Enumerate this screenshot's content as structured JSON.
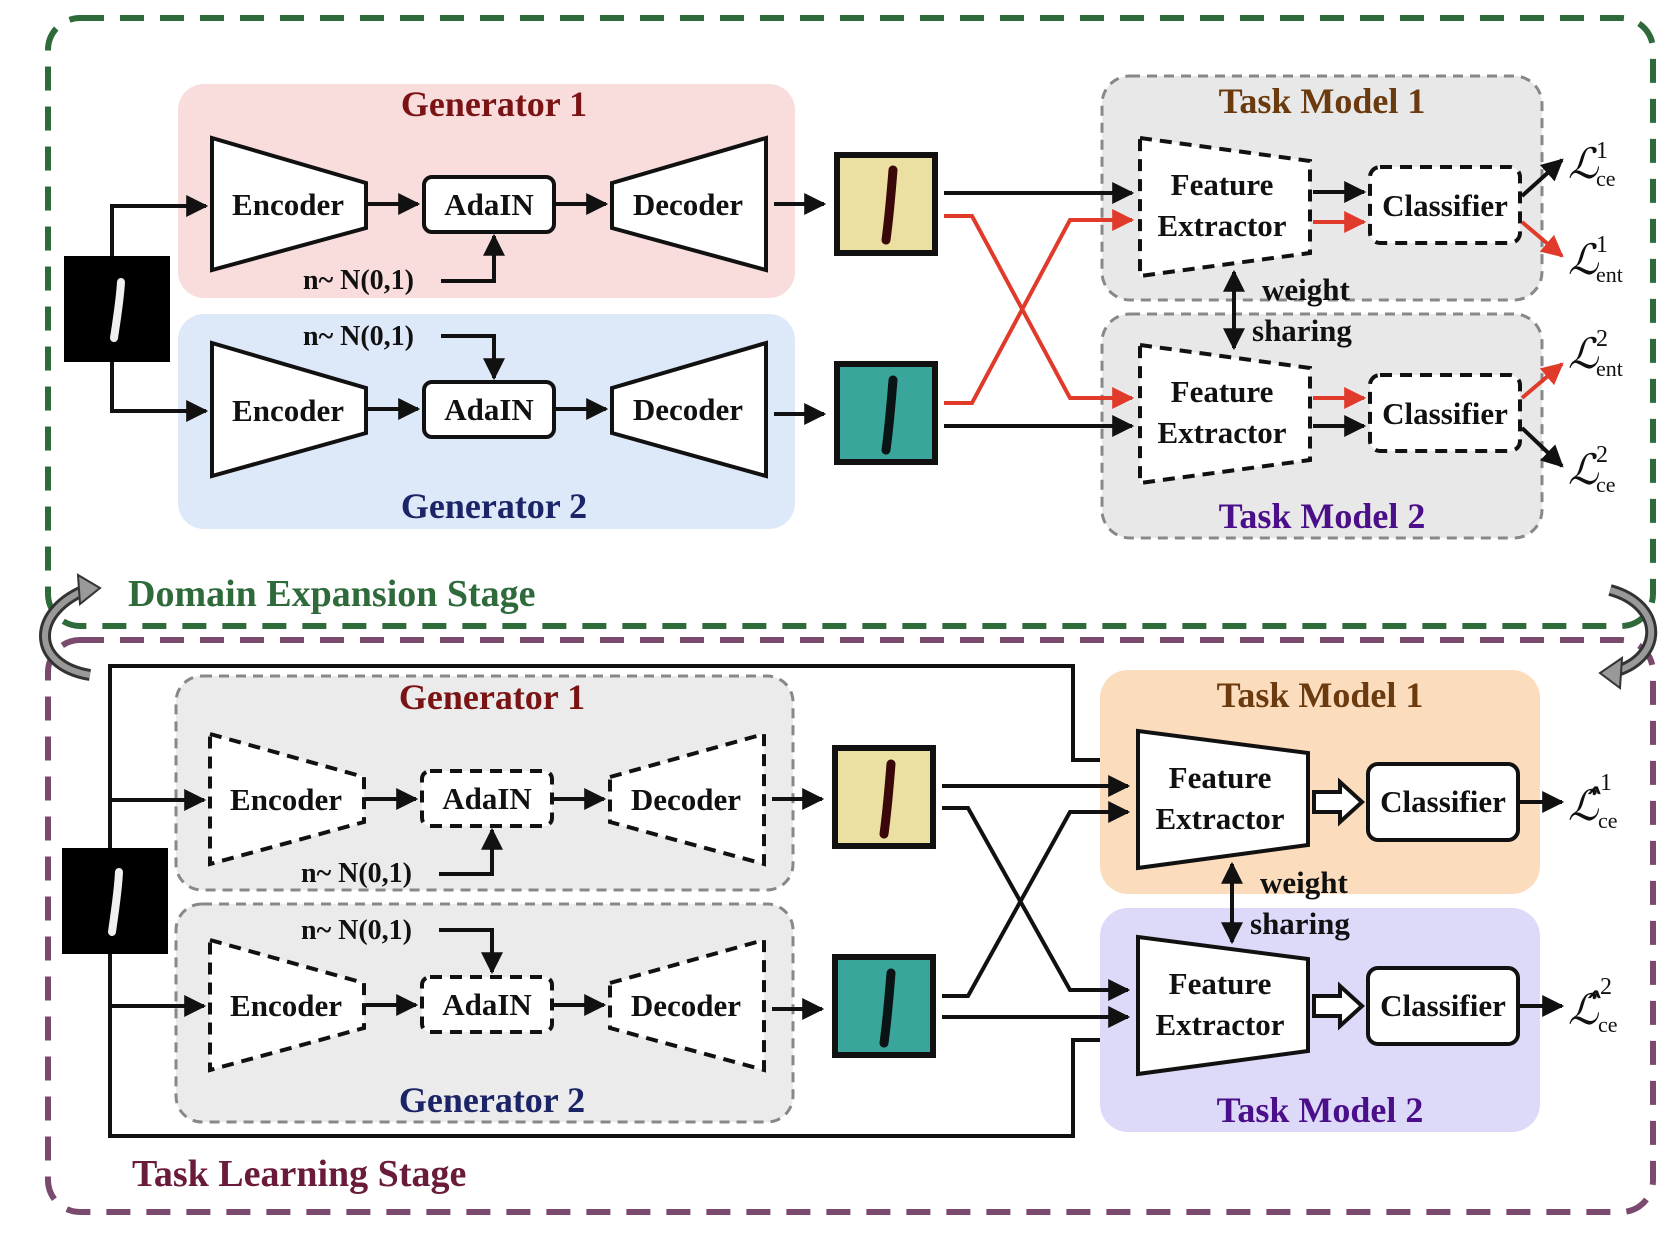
{
  "colors": {
    "domain_stage": "#2e6a3a",
    "task_stage": "#7a4a6e",
    "gen1_bg": "#f9dcdc",
    "gen2_bg": "#dde8f8",
    "gen1_title": "#7a1414",
    "gen2_title": "#1a2466",
    "task1_title": "#6b3a0e",
    "task2_title": "#4b0f8a",
    "task_bg_gray": "#e8e8e8",
    "task1_bg_orange": "#fbdcbc",
    "task2_bg_purple": "#dcdaf8",
    "red_arrow": "#e03a2a",
    "img1_bg": "#ecdfa2",
    "img2_bg": "#3aa59a"
  },
  "stages": {
    "domain_expansion": "Domain Expansion Stage",
    "task_learning": "Task Learning Stage"
  },
  "labels": {
    "generator_1": "Generator 1",
    "generator_2": "Generator 2",
    "task_model_1": "Task Model 1",
    "task_model_2": "Task Model 2",
    "encoder": "Encoder",
    "adain": "AdaIN",
    "decoder": "Decoder",
    "noise": "n~ N(0,1)",
    "feature": "Feature",
    "extractor": "Extractor",
    "classifier": "Classifier",
    "weight": "weight",
    "sharing": "sharing"
  },
  "losses": {
    "symbol": "ℒ",
    "hat_symbol": "ℒ̂",
    "ce": "ce",
    "ent": "ent",
    "sup1": "1",
    "sup2": "2"
  },
  "icons": {
    "input_digit": "digit-one-icon",
    "cycle": "cycle-arrow-icon"
  }
}
